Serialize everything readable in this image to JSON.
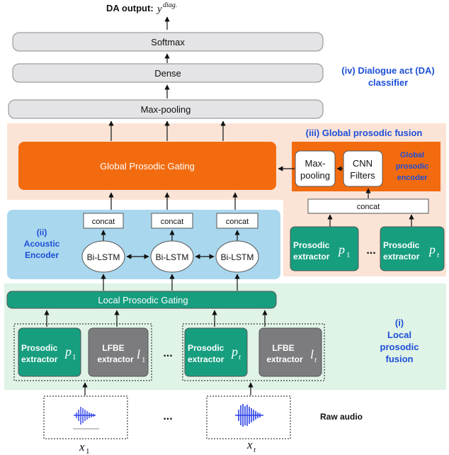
{
  "colors": {
    "grey_box": "#e4e4e6",
    "grey_stroke": "#8a8a8f",
    "orange": "#f26b0f",
    "orange_bg": "#fbe4d6",
    "blue_bg": "#a9d7ee",
    "green_bg": "#dff3e7",
    "teal": "#169e7f",
    "dark_grey": "#7c7c7f",
    "blue_text": "#1d4fd8",
    "wave": "#2b3fe6"
  },
  "top": {
    "output_label": "DA output:",
    "output_var": "y",
    "output_sup": "diag.",
    "softmax": "Softmax",
    "dense": "Dense",
    "maxpool": "Max-pooling",
    "classifier_line1": "(iv) Dialogue act (DA)",
    "classifier_line2": "classifier"
  },
  "global": {
    "section_label": "(iii) Global prosodic fusion",
    "gating": "Global Prosodic Gating",
    "maxpool_line1": "Max-",
    "maxpool_line2": "pooling",
    "cnn_line1": "CNN",
    "cnn_line2": "Filters",
    "encoder_line1": "Global",
    "encoder_line2": "prosodic",
    "encoder_line3": "encoder",
    "concat": "concat",
    "pros1_line1": "Prosodic",
    "pros1_line2": "extractor",
    "pros1_var": "p",
    "pros1_sub": "1",
    "ellipsis": "...",
    "prost_line1": "Prosodic",
    "prost_line2": "extractor",
    "prost_var": "p",
    "prost_sub": "t"
  },
  "acoustic": {
    "label_line1": "(ii)",
    "label_line2": "Acoustic",
    "label_line3": "Encoder",
    "concat": "concat",
    "bilstm": "Bi-LSTM"
  },
  "local": {
    "gating": "Local Prosodic Gating",
    "label_line1": "(i)",
    "label_line2": "Local",
    "label_line3": "prosodic",
    "label_line4": "fusion",
    "left_pros_line1": "Prosodic",
    "left_pros_line2": "extractor",
    "left_pros_var": "p",
    "left_pros_sub": "1",
    "left_lfbe_line1": "LFBE",
    "left_lfbe_line2": "extractor",
    "left_lfbe_var": "l",
    "left_lfbe_sub": "1",
    "ellipsis": "...",
    "right_pros_line1": "Prosodic",
    "right_pros_line2": "extractor",
    "right_pros_var": "p",
    "right_pros_sub": "t",
    "right_lfbe_line1": "LFBE",
    "right_lfbe_line2": "extractor",
    "right_lfbe_var": "l",
    "right_lfbe_sub": "t"
  },
  "audio": {
    "ellipsis": "...",
    "label": "Raw audio",
    "x1_var": "x",
    "x1_sub": "1",
    "xt_var": "x",
    "xt_sub": "t"
  }
}
